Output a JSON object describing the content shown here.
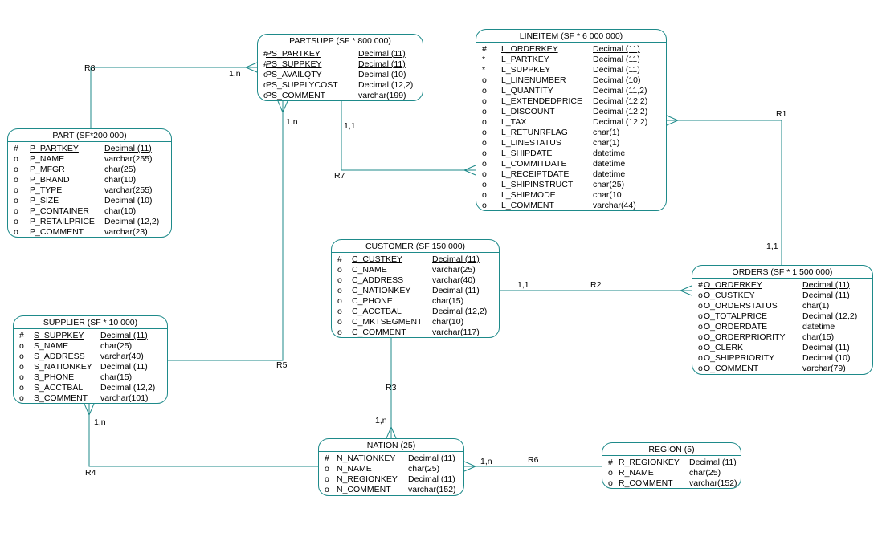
{
  "entities": [
    {
      "id": "partsupp",
      "title": "PARTSUPP (SF * 800 000)",
      "rows": [
        {
          "mark": "#",
          "name": "PS_PARTKEY",
          "type": "Decimal (11)",
          "pk": true
        },
        {
          "mark": "#",
          "name": "PS_SUPPKEY",
          "type": "Decimal (11)",
          "pk": true
        },
        {
          "mark": "o",
          "name": "PS_AVAILQTY",
          "type": "Decimal (10)"
        },
        {
          "mark": "o",
          "name": "PS_SUPPLYCOST",
          "type": "Decimal (12,2)"
        },
        {
          "mark": "o",
          "name": "PS_COMMENT",
          "type": "varchar(199)"
        }
      ]
    },
    {
      "id": "lineitem",
      "title": "LINEITEM (SF * 6 000 000)",
      "rows": [
        {
          "mark": "#",
          "name": "L_ORDERKEY",
          "type": "Decimal (11)",
          "pk": true
        },
        {
          "mark": "*",
          "name": "L_PARTKEY",
          "type": "Decimal (11)"
        },
        {
          "mark": "*",
          "name": "L_SUPPKEY",
          "type": "Decimal (11)"
        },
        {
          "mark": "o",
          "name": "L_LINENUMBER",
          "type": "Decimal (10)"
        },
        {
          "mark": "o",
          "name": "L_QUANTITY",
          "type": "Decimal (11,2)"
        },
        {
          "mark": "o",
          "name": "L_EXTENDEDPRICE",
          "type": "Decimal (12,2)"
        },
        {
          "mark": "o",
          "name": "L_DISCOUNT",
          "type": "Decimal (12,2)"
        },
        {
          "mark": "o",
          "name": "L_TAX",
          "type": "Decimal (12,2)"
        },
        {
          "mark": "o",
          "name": "L_RETUNRFLAG",
          "type": "char(1)"
        },
        {
          "mark": "o",
          "name": "L_LINESTATUS",
          "type": "char(1)"
        },
        {
          "mark": "o",
          "name": "L_SHIPDATE",
          "type": "datetime"
        },
        {
          "mark": "o",
          "name": "L_COMMITDATE",
          "type": "datetime"
        },
        {
          "mark": "o",
          "name": "L_RECEIPTDATE",
          "type": "datetime"
        },
        {
          "mark": "o",
          "name": "L_SHIPINSTRUCT",
          "type": "char(25)"
        },
        {
          "mark": "o",
          "name": "L_SHIPMODE",
          "type": "char(10"
        },
        {
          "mark": "o",
          "name": "L_COMMENT",
          "type": "varchar(44)"
        }
      ]
    },
    {
      "id": "part",
      "title": "PART (SF*200 000)",
      "rows": [
        {
          "mark": "#",
          "name": "P_PARTKEY",
          "type": "Decimal (11)",
          "pk": true
        },
        {
          "mark": "o",
          "name": "P_NAME",
          "type": "varchar(255)"
        },
        {
          "mark": "o",
          "name": "P_MFGR",
          "type": "char(25)"
        },
        {
          "mark": "o",
          "name": "P_BRAND",
          "type": "char(10)"
        },
        {
          "mark": "o",
          "name": "P_TYPE",
          "type": "varchar(255)"
        },
        {
          "mark": "o",
          "name": "P_SIZE",
          "type": "Decimal (10)"
        },
        {
          "mark": "o",
          "name": "P_CONTAINER",
          "type": "char(10)"
        },
        {
          "mark": "o",
          "name": "P_RETAILPRICE",
          "type": "Decimal (12,2)"
        },
        {
          "mark": "o",
          "name": "P_COMMENT",
          "type": "varchar(23)"
        }
      ]
    },
    {
      "id": "customer",
      "title": "CUSTOMER (SF 150 000)",
      "rows": [
        {
          "mark": "#",
          "name": "C_CUSTKEY",
          "type": "Decimal (11)",
          "pk": true
        },
        {
          "mark": "o",
          "name": "C_NAME",
          "type": "varchar(25)"
        },
        {
          "mark": "o",
          "name": "C_ADDRESS",
          "type": "varchar(40)"
        },
        {
          "mark": "o",
          "name": "C_NATIONKEY",
          "type": "Decimal (11)"
        },
        {
          "mark": "o",
          "name": "C_PHONE",
          "type": "char(15)"
        },
        {
          "mark": "o",
          "name": "C_ACCTBAL",
          "type": "Decimal (12,2)"
        },
        {
          "mark": "o",
          "name": "C_MKTSEGMENT",
          "type": "char(10)"
        },
        {
          "mark": "o",
          "name": "C_COMMENT",
          "type": "varchar(117)"
        }
      ]
    },
    {
      "id": "orders",
      "title": "ORDERS (SF * 1 500 000)",
      "rows": [
        {
          "mark": "#",
          "name": "O_ORDERKEY",
          "type": "Decimal (11)",
          "pk": true
        },
        {
          "mark": "o",
          "name": "O_CUSTKEY",
          "type": "Decimal (11)"
        },
        {
          "mark": "o",
          "name": "O_ORDERSTATUS",
          "type": "char(1)"
        },
        {
          "mark": "o",
          "name": "O_TOTALPRICE",
          "type": "Decimal (12,2)"
        },
        {
          "mark": "o",
          "name": "O_ORDERDATE",
          "type": "datetime"
        },
        {
          "mark": "o",
          "name": "O_ORDERPRIORITY",
          "type": "char(15)"
        },
        {
          "mark": "o",
          "name": "O_CLERK",
          "type": "Decimal (11)"
        },
        {
          "mark": "o",
          "name": "O_SHIPPRIORITY",
          "type": "Decimal (10)"
        },
        {
          "mark": "o",
          "name": "O_COMMENT",
          "type": "varchar(79)"
        }
      ]
    },
    {
      "id": "supplier",
      "title": "SUPPLIER (SF * 10 000)",
      "rows": [
        {
          "mark": "#",
          "name": "S_SUPPKEY",
          "type": "Decimal (11)",
          "pk": true
        },
        {
          "mark": "o",
          "name": "S_NAME",
          "type": "char(25)"
        },
        {
          "mark": "o",
          "name": "S_ADDRESS",
          "type": "varchar(40)"
        },
        {
          "mark": "o",
          "name": "S_NATIONKEY",
          "type": "Decimal (11)"
        },
        {
          "mark": "o",
          "name": "S_PHONE",
          "type": "char(15)"
        },
        {
          "mark": "o",
          "name": "S_ACCTBAL",
          "type": "Decimal (12,2)"
        },
        {
          "mark": "o",
          "name": "S_COMMENT",
          "type": "varchar(101)"
        }
      ]
    },
    {
      "id": "nation",
      "title": "NATION (25)",
      "rows": [
        {
          "mark": "#",
          "name": "N_NATIONKEY",
          "type": "Decimal (11)",
          "pk": true
        },
        {
          "mark": "o",
          "name": "N_NAME",
          "type": "char(25)"
        },
        {
          "mark": "o",
          "name": "N_REGIONKEY",
          "type": "Decimal (11)"
        },
        {
          "mark": "o",
          "name": "N_COMMENT",
          "type": "varchar(152)"
        }
      ]
    },
    {
      "id": "region",
      "title": "REGION (5)",
      "rows": [
        {
          "mark": "#",
          "name": "R_REGIONKEY",
          "type": "Decimal (11)",
          "pk": true
        },
        {
          "mark": "o",
          "name": "R_NAME",
          "type": "char(25)"
        },
        {
          "mark": "o",
          "name": "R_COMMENT",
          "type": "varchar(152)"
        }
      ]
    }
  ],
  "relationships": [
    {
      "name": "R1",
      "cardinality": "1,1"
    },
    {
      "name": "R2",
      "cardinality": "1,1"
    },
    {
      "name": "R3",
      "cardinality": "1,n"
    },
    {
      "name": "R4",
      "cardinality": "1,n"
    },
    {
      "name": "R5",
      "cardinality": "1,n"
    },
    {
      "name": "R6",
      "cardinality": "1,n"
    },
    {
      "name": "R7",
      "cardinality": "1,1"
    },
    {
      "name": "R8",
      "cardinality": "1,n"
    }
  ],
  "colors": {
    "line": "#1e8a8a",
    "text": "#000000",
    "background": "#ffffff"
  }
}
